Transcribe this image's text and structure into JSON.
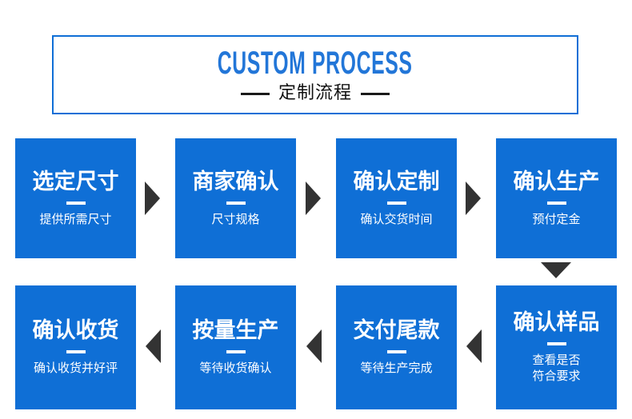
{
  "header": {
    "title_en": "CUSTOM PROCESS",
    "title_cn": "定制流程",
    "accent_color": "#0f6fd6",
    "title_color": "#2276d8",
    "subtitle_color": "#111111"
  },
  "colors": {
    "box_blue": "#0f6fd6",
    "arrow_dark": "#333333",
    "text_white": "#ffffff",
    "page_background": "#ffffff"
  },
  "flow": {
    "steps": [
      {
        "id": "step-1",
        "title": "选定尺寸",
        "sub_line1": "提供所需尺寸",
        "sub_line2": ""
      },
      {
        "id": "step-2",
        "title": "商家确认",
        "sub_line1": "尺寸规格",
        "sub_line2": ""
      },
      {
        "id": "step-3",
        "title": "确认定制",
        "sub_line1": "确认交货时间",
        "sub_line2": ""
      },
      {
        "id": "step-4",
        "title": "确认生产",
        "sub_line1": "预付定金",
        "sub_line2": ""
      },
      {
        "id": "step-5",
        "title": "确认收货",
        "sub_line1": "确认收货并好评",
        "sub_line2": ""
      },
      {
        "id": "step-6",
        "title": "按量生产",
        "sub_line1": "等待收货确认",
        "sub_line2": ""
      },
      {
        "id": "step-7",
        "title": "交付尾款",
        "sub_line1": "等待生产完成",
        "sub_line2": ""
      },
      {
        "id": "step-8",
        "title": "确认样品",
        "sub_line1": "查看是否",
        "sub_line2": "符合要求"
      }
    ],
    "connectors": [
      {
        "id": "arrow-r1",
        "direction": "right"
      },
      {
        "id": "arrow-r2",
        "direction": "right"
      },
      {
        "id": "arrow-r3",
        "direction": "right"
      },
      {
        "id": "arrow-d1",
        "direction": "down"
      },
      {
        "id": "arrow-l1",
        "direction": "left"
      },
      {
        "id": "arrow-l2",
        "direction": "left"
      },
      {
        "id": "arrow-l3",
        "direction": "left"
      }
    ]
  }
}
